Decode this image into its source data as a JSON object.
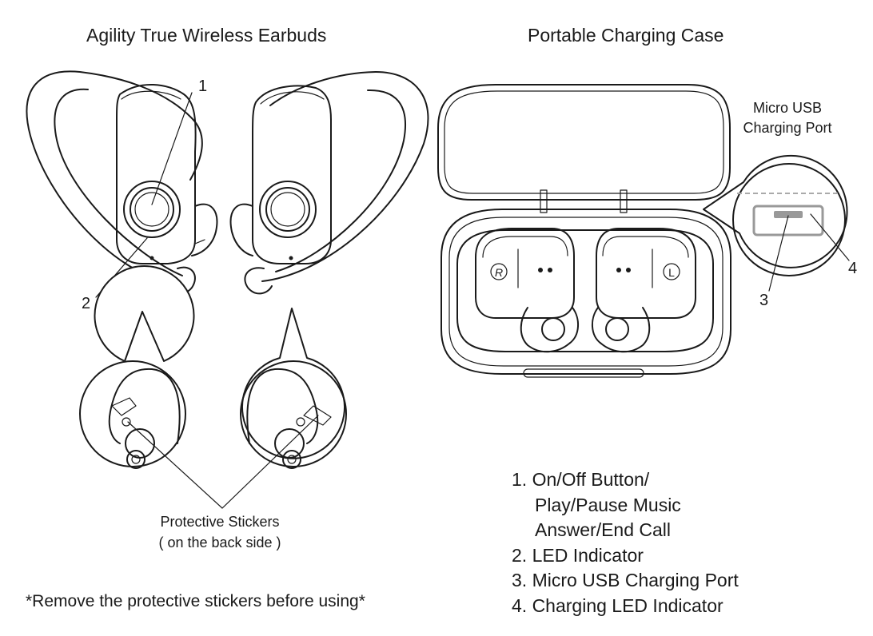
{
  "titles": {
    "earbuds": "Agility True Wireless Earbuds",
    "case": "Portable Charging Case"
  },
  "callouts": {
    "earbud_button": "1",
    "earbud_led": "2",
    "case_port": "3",
    "case_led": "4"
  },
  "port_label": {
    "line1": "Micro USB",
    "line2": "Charging Port"
  },
  "case_markings": {
    "right_bud": "R",
    "left_bud": "L"
  },
  "stickers_note": {
    "line1": "Protective Stickers",
    "line2": "( on the back side )"
  },
  "warning": "*Remove the protective stickers before using*",
  "legend": [
    "1. On/Off Button/",
    "Play/Pause Music",
    "Answer/End Call",
    "2. LED Indicator",
    "3. Micro USB Charging Port",
    "4. Charging LED Indicator"
  ]
}
